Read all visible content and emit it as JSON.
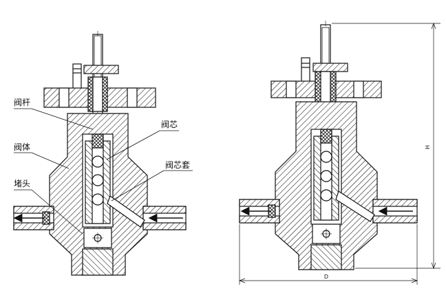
{
  "labels": {
    "stem": "阀杆",
    "core": "阀芯",
    "body": "阀体",
    "sleeve": "阀芯套",
    "plug": "堵头"
  },
  "dimensions": {
    "height": "H",
    "width": "D"
  },
  "colors": {
    "line": "#111111",
    "background": "#ffffff"
  }
}
